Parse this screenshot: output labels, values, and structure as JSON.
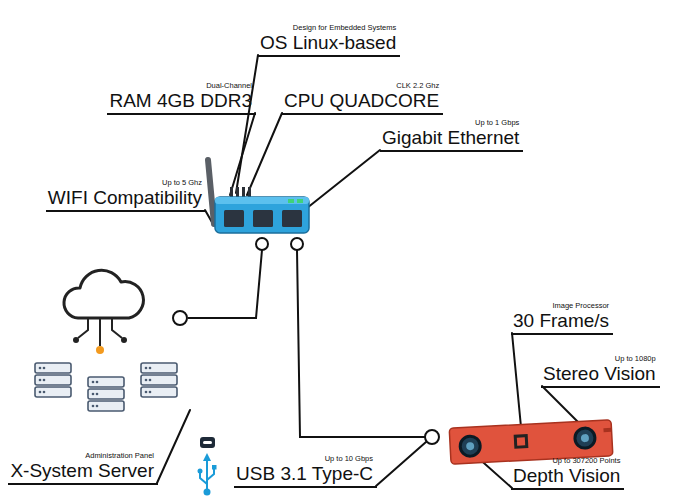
{
  "diagram": {
    "labels": [
      "Design for Embedded Systems",
      "OS Linux-based",
      "Dual-Channel",
      "RAM 4GB DDR3",
      "CLK 2.2 Ghz",
      "CPU QUADCORE",
      "Up to 5 Ghz",
      "WIFI Compatibility",
      "Up to 1 Gbps",
      "Gigabit Ethernet",
      "Image Processor",
      "30 Frame/s",
      "Up to 1080p",
      "Stereo Vision",
      "Administration Panel",
      "X-System Server",
      "Up to 307200 Points",
      "Depth Vision",
      "Up to 10 Gbps",
      "USB 3.1 Type-C"
    ]
  }
}
